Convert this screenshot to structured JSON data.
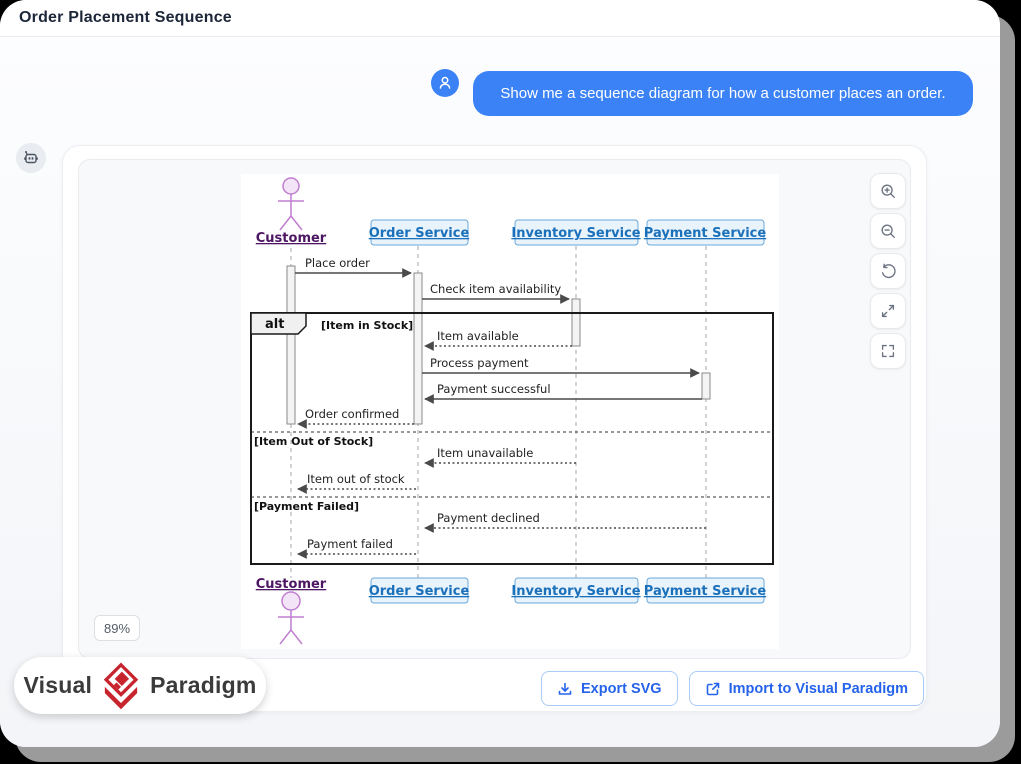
{
  "header": {
    "title": "Order Placement Sequence"
  },
  "chat": {
    "user_message": "Show me a sequence diagram for how a customer places an order."
  },
  "viewer": {
    "zoom_level": "89%"
  },
  "diagram": {
    "type": "sequence",
    "participants": [
      {
        "name": "Customer",
        "kind": "actor"
      },
      {
        "name": "Order Service",
        "kind": "participant"
      },
      {
        "name": "Inventory Service",
        "kind": "participant"
      },
      {
        "name": "Payment Service",
        "kind": "participant"
      }
    ],
    "fragment": {
      "operator": "alt",
      "conditions": [
        "[Item in Stock]",
        "[Item Out of Stock]",
        "[Payment Failed]"
      ]
    },
    "messages": [
      {
        "from": "Customer",
        "to": "Order Service",
        "label": "Place order",
        "line": "solid"
      },
      {
        "from": "Order Service",
        "to": "Inventory Service",
        "label": "Check item availability",
        "line": "solid"
      },
      {
        "from": "Inventory Service",
        "to": "Order Service",
        "label": "Item available",
        "line": "dotted"
      },
      {
        "from": "Order Service",
        "to": "Payment Service",
        "label": "Process payment",
        "line": "solid"
      },
      {
        "from": "Payment Service",
        "to": "Order Service",
        "label": "Payment successful",
        "line": "solid"
      },
      {
        "from": "Order Service",
        "to": "Customer",
        "label": "Order confirmed",
        "line": "dotted"
      },
      {
        "from": "Inventory Service",
        "to": "Order Service",
        "label": "Item unavailable",
        "line": "dotted"
      },
      {
        "from": "Order Service",
        "to": "Customer",
        "label": "Item out of stock",
        "line": "dotted"
      },
      {
        "from": "Payment Service",
        "to": "Order Service",
        "label": "Payment declined",
        "line": "dotted"
      },
      {
        "from": "Order Service",
        "to": "Customer",
        "label": "Payment failed",
        "line": "dotted"
      }
    ]
  },
  "footer": {
    "export_button": "Export SVG",
    "import_button": "Import to Visual Paradigm",
    "brand": {
      "word1": "Visual",
      "word2": "Paradigm"
    }
  },
  "colors": {
    "accent_blue": "#3b82f6",
    "button_blue": "#2563eb",
    "participant_fill": "#e9f3fb",
    "participant_border": "#6aa7d8",
    "participant_text": "#1a70ba",
    "actor_purple": "#c07ed0",
    "actor_label": "#4c1663",
    "brand_red": "#c8242e"
  }
}
